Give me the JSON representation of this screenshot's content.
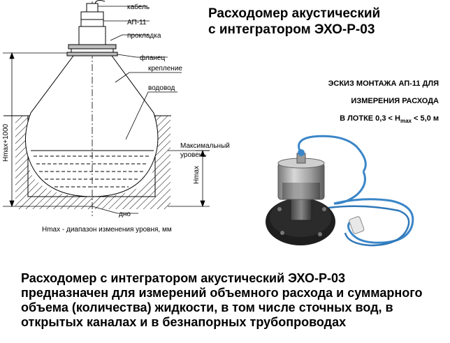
{
  "title": {
    "line1": "Расходомер акустический",
    "line2": "с интегратором ЭХО-Р-03"
  },
  "sketch_caption": {
    "line1": "ЭСКИЗ МОНТАЖА АП-11 ДЛЯ",
    "line2": "ИЗМЕРЕНИЯ РАСХОДА",
    "line3_prefix": "В ЛОТКЕ  0,3 < H",
    "line3_sub": "max",
    "line3_suffix": " < 5,0 м"
  },
  "diagram_labels": {
    "cable": "кабель",
    "sensor": "АП-11",
    "gasket": "прокладка",
    "flange": "фланец",
    "mount": "крепление",
    "water_guide": "водовод",
    "max_level_1": "Максимальный",
    "max_level_2": "уровень",
    "bottom": "дно",
    "hmax_total": "Hmax+1000",
    "hmax": "Hmax",
    "range_note": "Hmax - диапазон изменения уровня, мм"
  },
  "description": {
    "line1": "Расходомер с интегратором акустический ЭХО-Р-03",
    "line2": "предназначен для измерений объемного расхода и суммарного",
    "line3": "объема (количества) жидкости, в том числе сточных вод, в",
    "line4": "открытых каналах и в безнапорных трубопроводах"
  },
  "colors": {
    "cable": "#3a86c8",
    "sensor_body": "#b4b4b4",
    "base": "#1e1e1e"
  }
}
